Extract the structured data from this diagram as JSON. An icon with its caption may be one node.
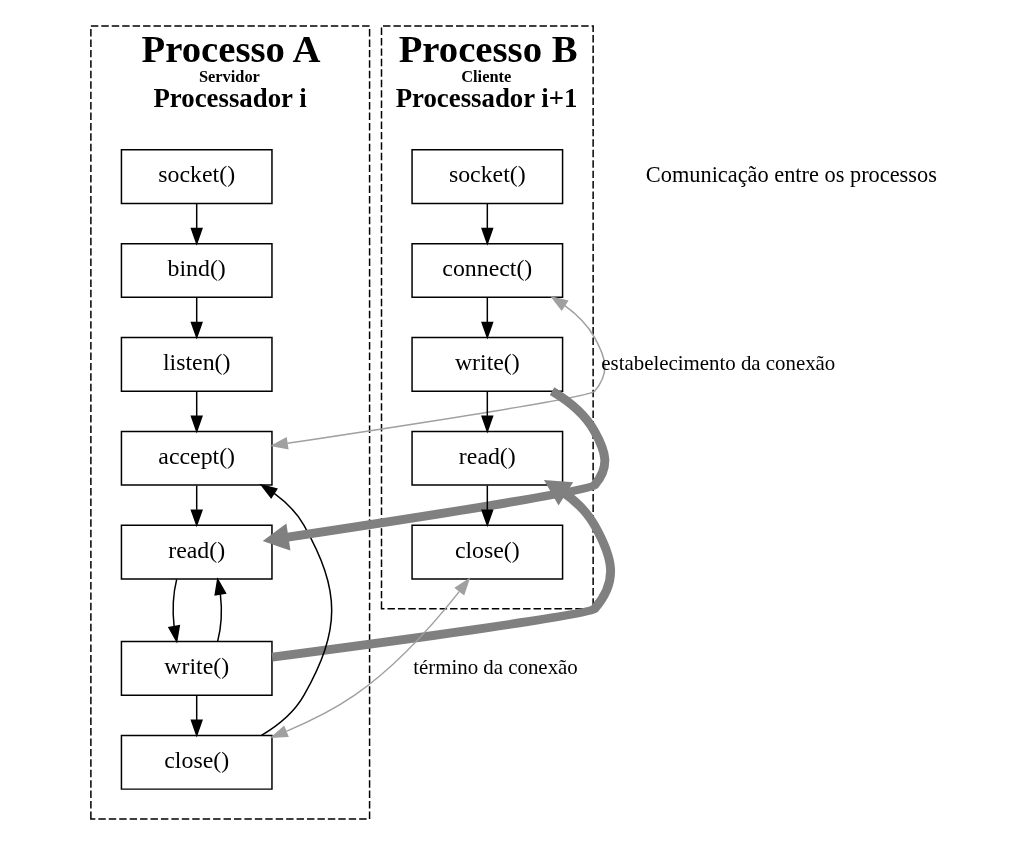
{
  "diagram": {
    "nodes": [
      {
        "text": [
          "Processo A",
          "Servidor",
          "Processador i"
        ]
      },
      {
        "text": [
          "Processo B",
          "Cliente",
          "Processador i+1"
        ]
      },
      {
        "text": [
          "socket()"
        ],
        "in": 0
      },
      {
        "text": [
          "bind()"
        ],
        "in": 0
      },
      {
        "text": [
          "listen()"
        ],
        "in": 0
      },
      {
        "text": [
          "accept()"
        ],
        "in": 0
      },
      {
        "text": [
          "read()"
        ],
        "in": 0
      },
      {
        "text": [
          "write()"
        ],
        "in": 0
      },
      {
        "text": [
          "close()"
        ],
        "in": 0
      },
      {
        "text": [
          "socket()"
        ],
        "in": 1
      },
      {
        "text": [
          "connect()"
        ],
        "in": 1
      },
      {
        "text": [
          "write()"
        ],
        "in": 1
      },
      {
        "text": [
          "read()"
        ],
        "in": 1
      },
      {
        "text": [
          "close()"
        ],
        "in": 1
      }
    ],
    "edges": [
      {
        "from": 2,
        "to": 3,
        "arrow": "to"
      },
      {
        "from": 3,
        "to": 4,
        "arrow": "to"
      },
      {
        "from": 4,
        "to": 5,
        "arrow": "to"
      },
      {
        "from": 5,
        "to": 6,
        "arrow": "to"
      },
      {
        "from": 6,
        "to": 7,
        "arrow": "to"
      },
      {
        "from": 7,
        "to": 8,
        "arrow": "to"
      },
      {
        "from": 7,
        "to": 6,
        "arrow": "to"
      },
      {
        "from": 8,
        "to": 5,
        "arrow": "to"
      },
      {
        "from": 9,
        "to": 10,
        "arrow": "to"
      },
      {
        "from": 10,
        "to": 11,
        "arrow": "to"
      },
      {
        "from": 11,
        "to": 12,
        "arrow": "to"
      },
      {
        "from": 12,
        "to": 13,
        "arrow": "to"
      },
      {
        "from": 5,
        "to": 10,
        "arrow": "both",
        "label": "estabelecimento da conexão",
        "color": "#a0a0a0"
      },
      {
        "from": 11,
        "to": 6,
        "arrow": "to",
        "style": "thick",
        "color": "#808080"
      },
      {
        "from": 7,
        "to": 12,
        "arrow": "to",
        "style": "thick",
        "color": "#808080"
      },
      {
        "from": 8,
        "to": 13,
        "arrow": "both",
        "label": "término da conexão",
        "color": "#a0a0a0"
      }
    ],
    "labels": [
      "Comunicação entre os processos"
    ]
  }
}
